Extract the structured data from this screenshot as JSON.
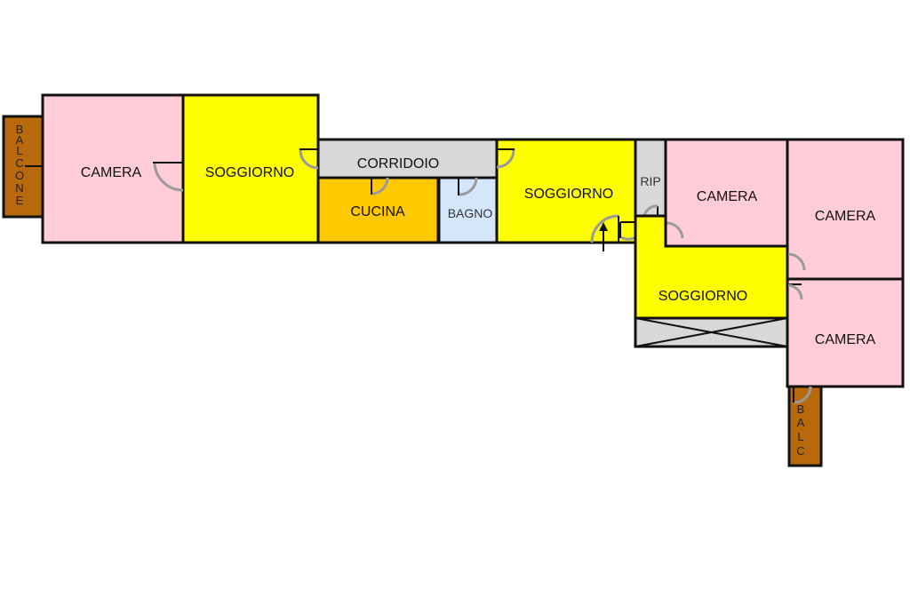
{
  "floor_plan": {
    "rooms": {
      "camera_1": "CAMERA",
      "soggiorno_1": "SOGGIORNO",
      "corridoio": "CORRIDOIO",
      "cucina": "CUCINA",
      "bagno": "BAGNO",
      "soggiorno_2": "SOGGIORNO",
      "ripostiglio": "RIP",
      "camera_2": "CAMERA",
      "camera_3": "CAMERA",
      "soggiorno_3": "SOGGIORNO",
      "camera_4": "CAMERA"
    },
    "balconies": {
      "left": [
        "B",
        "A",
        "L",
        "C",
        "O",
        "N",
        "E"
      ],
      "bottom": [
        "B",
        "A",
        "L",
        "C"
      ]
    },
    "colors": {
      "camera": "#ffccd8",
      "soggiorno": "#ffff00",
      "corridoio": "#d8d8d8",
      "cucina": "#ffc800",
      "bagno": "#d4e6fa",
      "ripostiglio": "#d8d8d8",
      "balcone": "#b8690c",
      "crossed_area": "#d8d8d8"
    }
  }
}
